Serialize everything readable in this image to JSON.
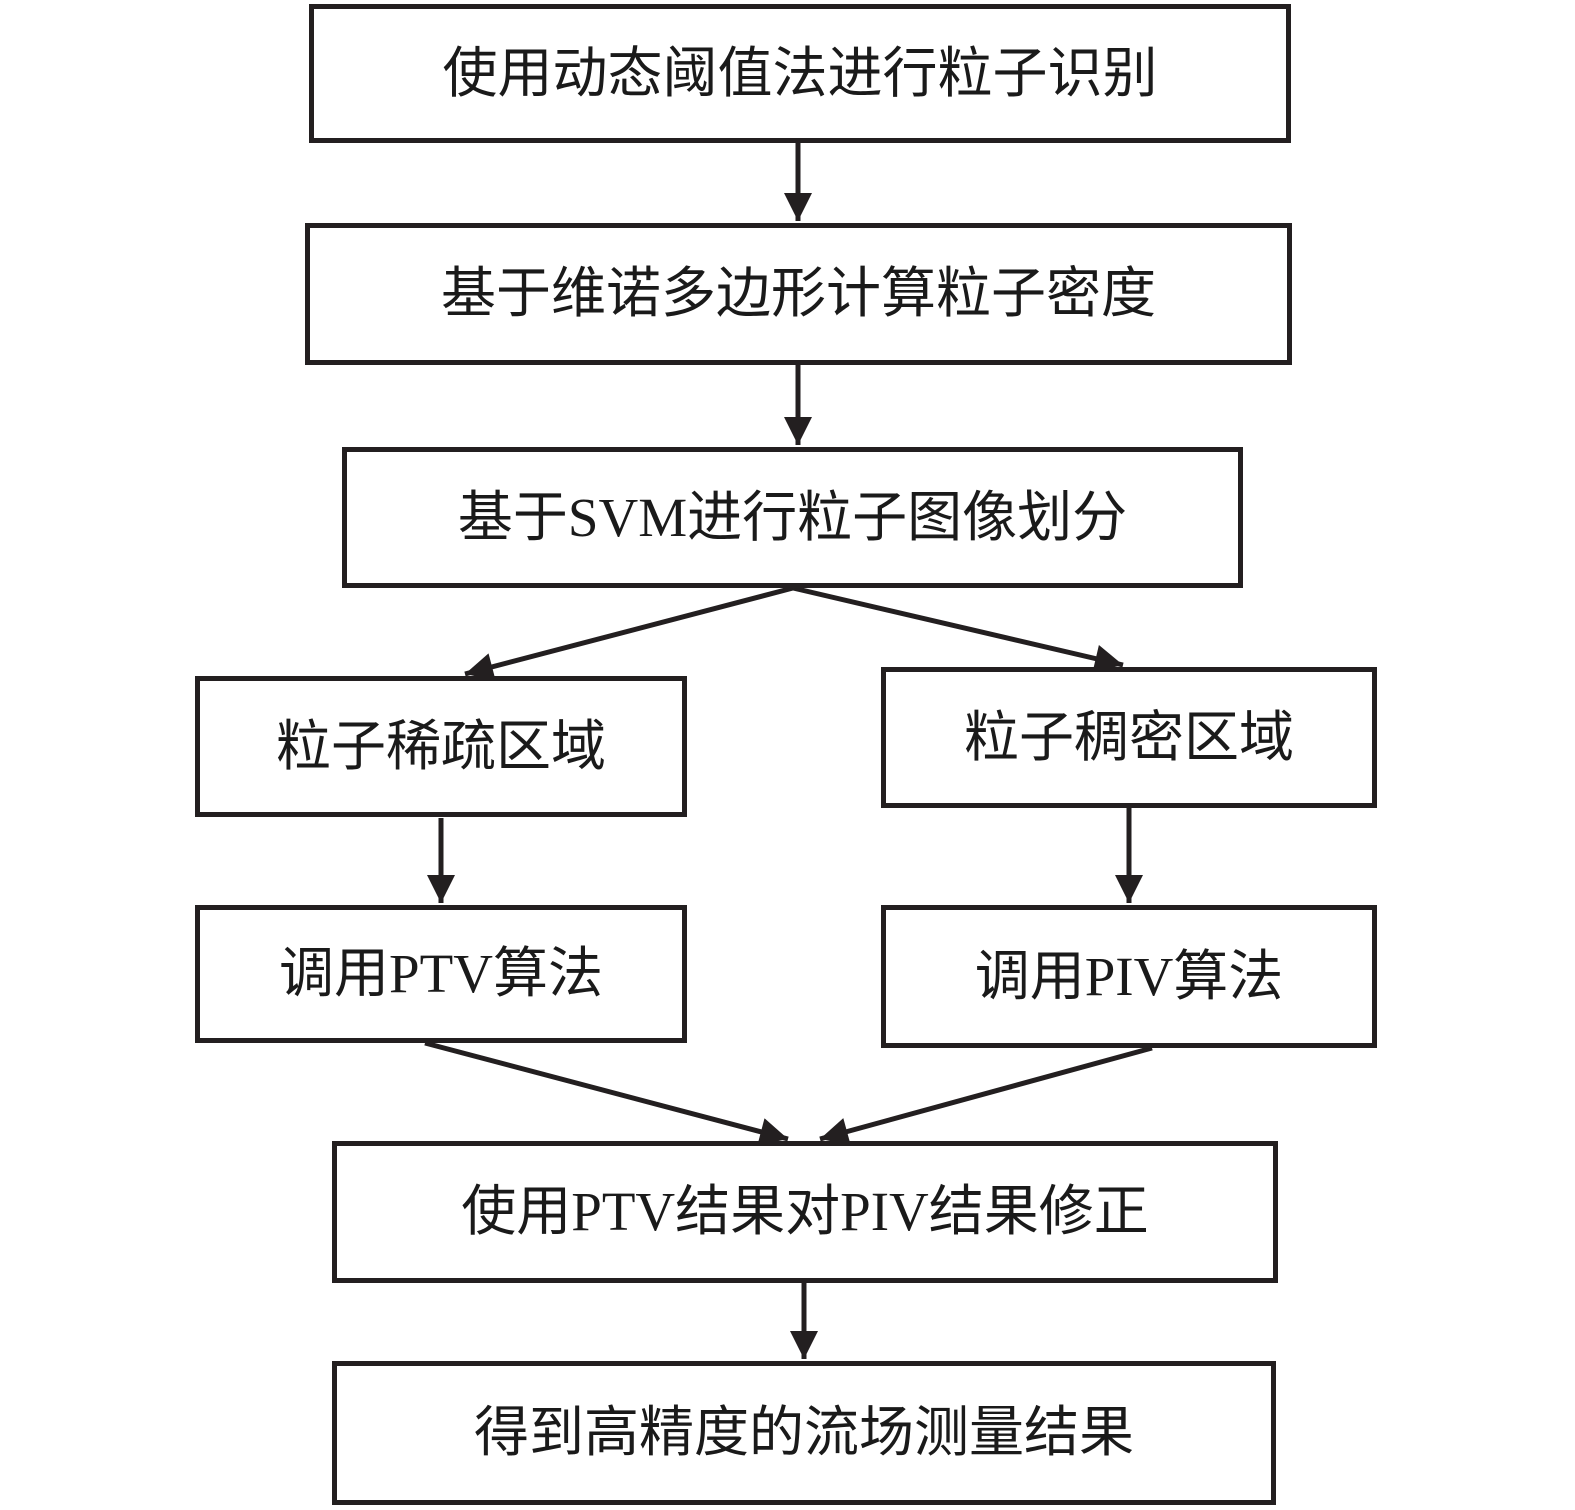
{
  "diagram": {
    "title": "PTV/PIV hybrid flow measurement flowchart",
    "colors": {
      "line": "#231f20",
      "text": "#1a1a1a",
      "background": "#ffffff"
    },
    "nodes": [
      {
        "id": "identify",
        "label": "使用动态阈值法进行粒子识别"
      },
      {
        "id": "density",
        "label": "基于维诺多边形计算粒子密度"
      },
      {
        "id": "svm-split",
        "label": "基于SVM进行粒子图像划分"
      },
      {
        "id": "sparse",
        "label": "粒子稀疏区域"
      },
      {
        "id": "dense",
        "label": "粒子稠密区域"
      },
      {
        "id": "ptv",
        "label": "调用PTV算法"
      },
      {
        "id": "piv",
        "label": "调用PIV算法"
      },
      {
        "id": "correct",
        "label": "使用PTV结果对PIV结果修正"
      },
      {
        "id": "result",
        "label": "得到高精度的流场测量结果"
      }
    ],
    "edges": [
      {
        "from": "identify",
        "to": "density"
      },
      {
        "from": "density",
        "to": "svm-split"
      },
      {
        "from": "svm-split",
        "to": "sparse"
      },
      {
        "from": "svm-split",
        "to": "dense"
      },
      {
        "from": "sparse",
        "to": "ptv"
      },
      {
        "from": "dense",
        "to": "piv"
      },
      {
        "from": "ptv",
        "to": "correct"
      },
      {
        "from": "piv",
        "to": "correct"
      },
      {
        "from": "correct",
        "to": "result"
      }
    ]
  }
}
